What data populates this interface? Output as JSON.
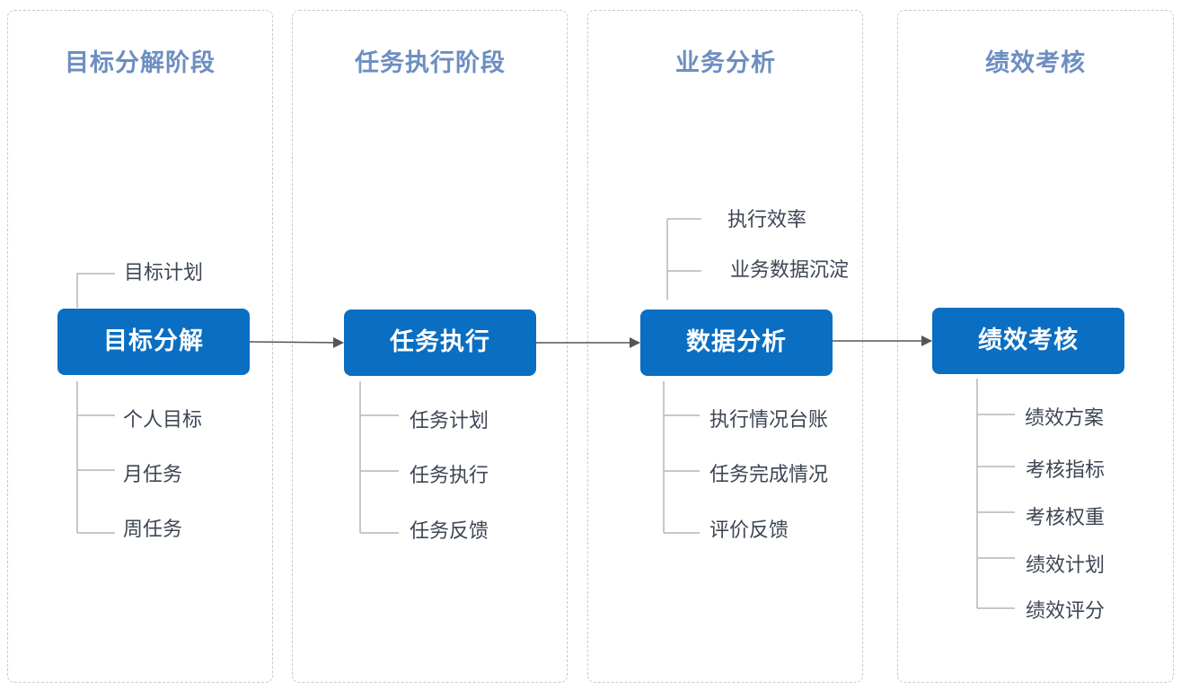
{
  "stages": [
    {
      "title": "目标分解阶段",
      "node": "目标分解",
      "top_items": [
        "目标计划"
      ],
      "bottom_items": [
        "个人目标",
        "月任务",
        "周任务"
      ]
    },
    {
      "title": "任务执行阶段",
      "node": "任务执行",
      "top_items": [],
      "bottom_items": [
        "任务计划",
        "任务执行",
        "任务反馈"
      ]
    },
    {
      "title": "业务分析",
      "node": "数据分析",
      "top_items": [
        "执行效率",
        "业务数据沉淀"
      ],
      "bottom_items": [
        "执行情况台账",
        "任务完成情况",
        "评价反馈"
      ]
    },
    {
      "title": "绩效考核",
      "node": "绩效考核",
      "top_items": [],
      "bottom_items": [
        "绩效方案",
        "考核指标",
        "考核权重",
        "绩效计划",
        "绩效评分"
      ]
    }
  ],
  "colors": {
    "node": "#0a6ec2",
    "stage_title": "#6c8ec2",
    "item_text": "#3d4654",
    "connector": "#555555",
    "branch": "#b5b5b5"
  }
}
